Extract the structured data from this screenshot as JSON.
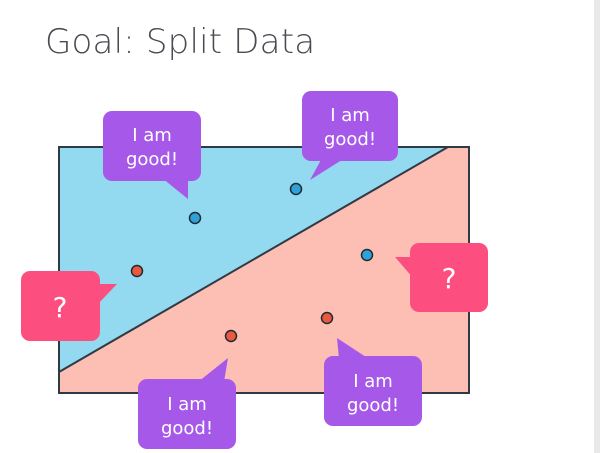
{
  "slide": {
    "title": "Goal: Split Data"
  },
  "colors": {
    "top_region": "#93d9ef",
    "bottom_region": "#fdbeb3",
    "border": "#2f3a44",
    "divider": "#2f3a44",
    "point_blue": "#2fa3d8",
    "point_red": "#e9593f",
    "bubble_good": "#a659e8",
    "bubble_question": "#fc4f7f",
    "bubble_text": "#ffffff"
  },
  "bubbles": {
    "good_top_left": {
      "line1": "I am",
      "line2": "good!"
    },
    "good_top_right": {
      "line1": "I am",
      "line2": "good!"
    },
    "good_bottom_left": {
      "line1": "I am",
      "line2": "good!"
    },
    "good_bottom_right": {
      "line1": "I am",
      "line2": "good!"
    },
    "question_left": {
      "text": "?"
    },
    "question_right": {
      "text": "?"
    }
  }
}
